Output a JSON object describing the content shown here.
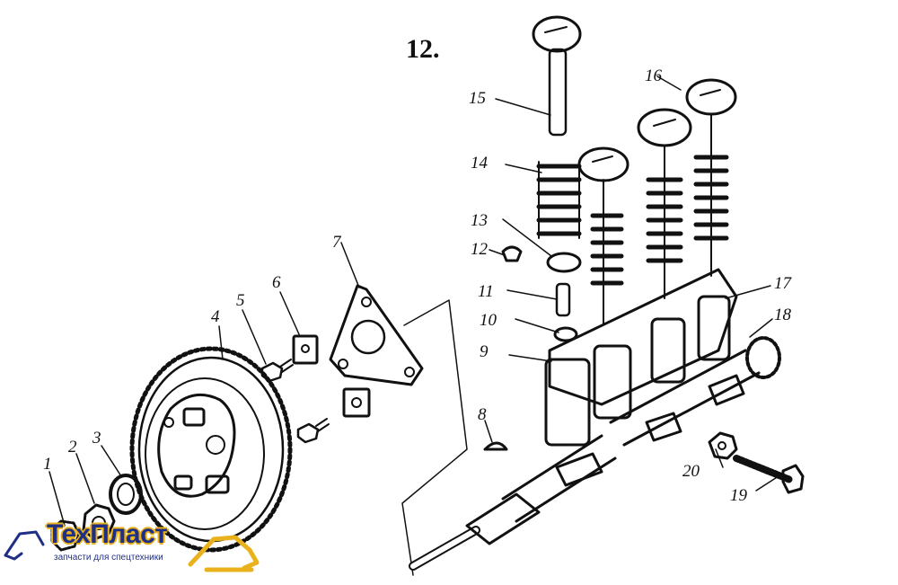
{
  "figure": {
    "title": "12."
  },
  "callouts": [
    {
      "id": "c1",
      "text": "1"
    },
    {
      "id": "c2",
      "text": "2"
    },
    {
      "id": "c3",
      "text": "3"
    },
    {
      "id": "c4",
      "text": "4"
    },
    {
      "id": "c5",
      "text": "5"
    },
    {
      "id": "c6",
      "text": "6"
    },
    {
      "id": "c7",
      "text": "7"
    },
    {
      "id": "c8",
      "text": "8"
    },
    {
      "id": "c9",
      "text": "9"
    },
    {
      "id": "c10",
      "text": "10"
    },
    {
      "id": "c11",
      "text": "11"
    },
    {
      "id": "c12",
      "text": "12"
    },
    {
      "id": "c13",
      "text": "13"
    },
    {
      "id": "c14",
      "text": "14"
    },
    {
      "id": "c15",
      "text": "15"
    },
    {
      "id": "c16",
      "text": "16"
    },
    {
      "id": "c17",
      "text": "17"
    },
    {
      "id": "c18",
      "text": "18"
    },
    {
      "id": "c19",
      "text": "19"
    },
    {
      "id": "c20",
      "text": "20"
    }
  ],
  "watermark": {
    "name": "ТехПласт",
    "tagline": "запчасти для спецтехники",
    "colors": {
      "text": "#1f2f86",
      "outline": "#e9b21c"
    }
  },
  "colors": {
    "ink": "#111111",
    "paper": "#ffffff"
  }
}
